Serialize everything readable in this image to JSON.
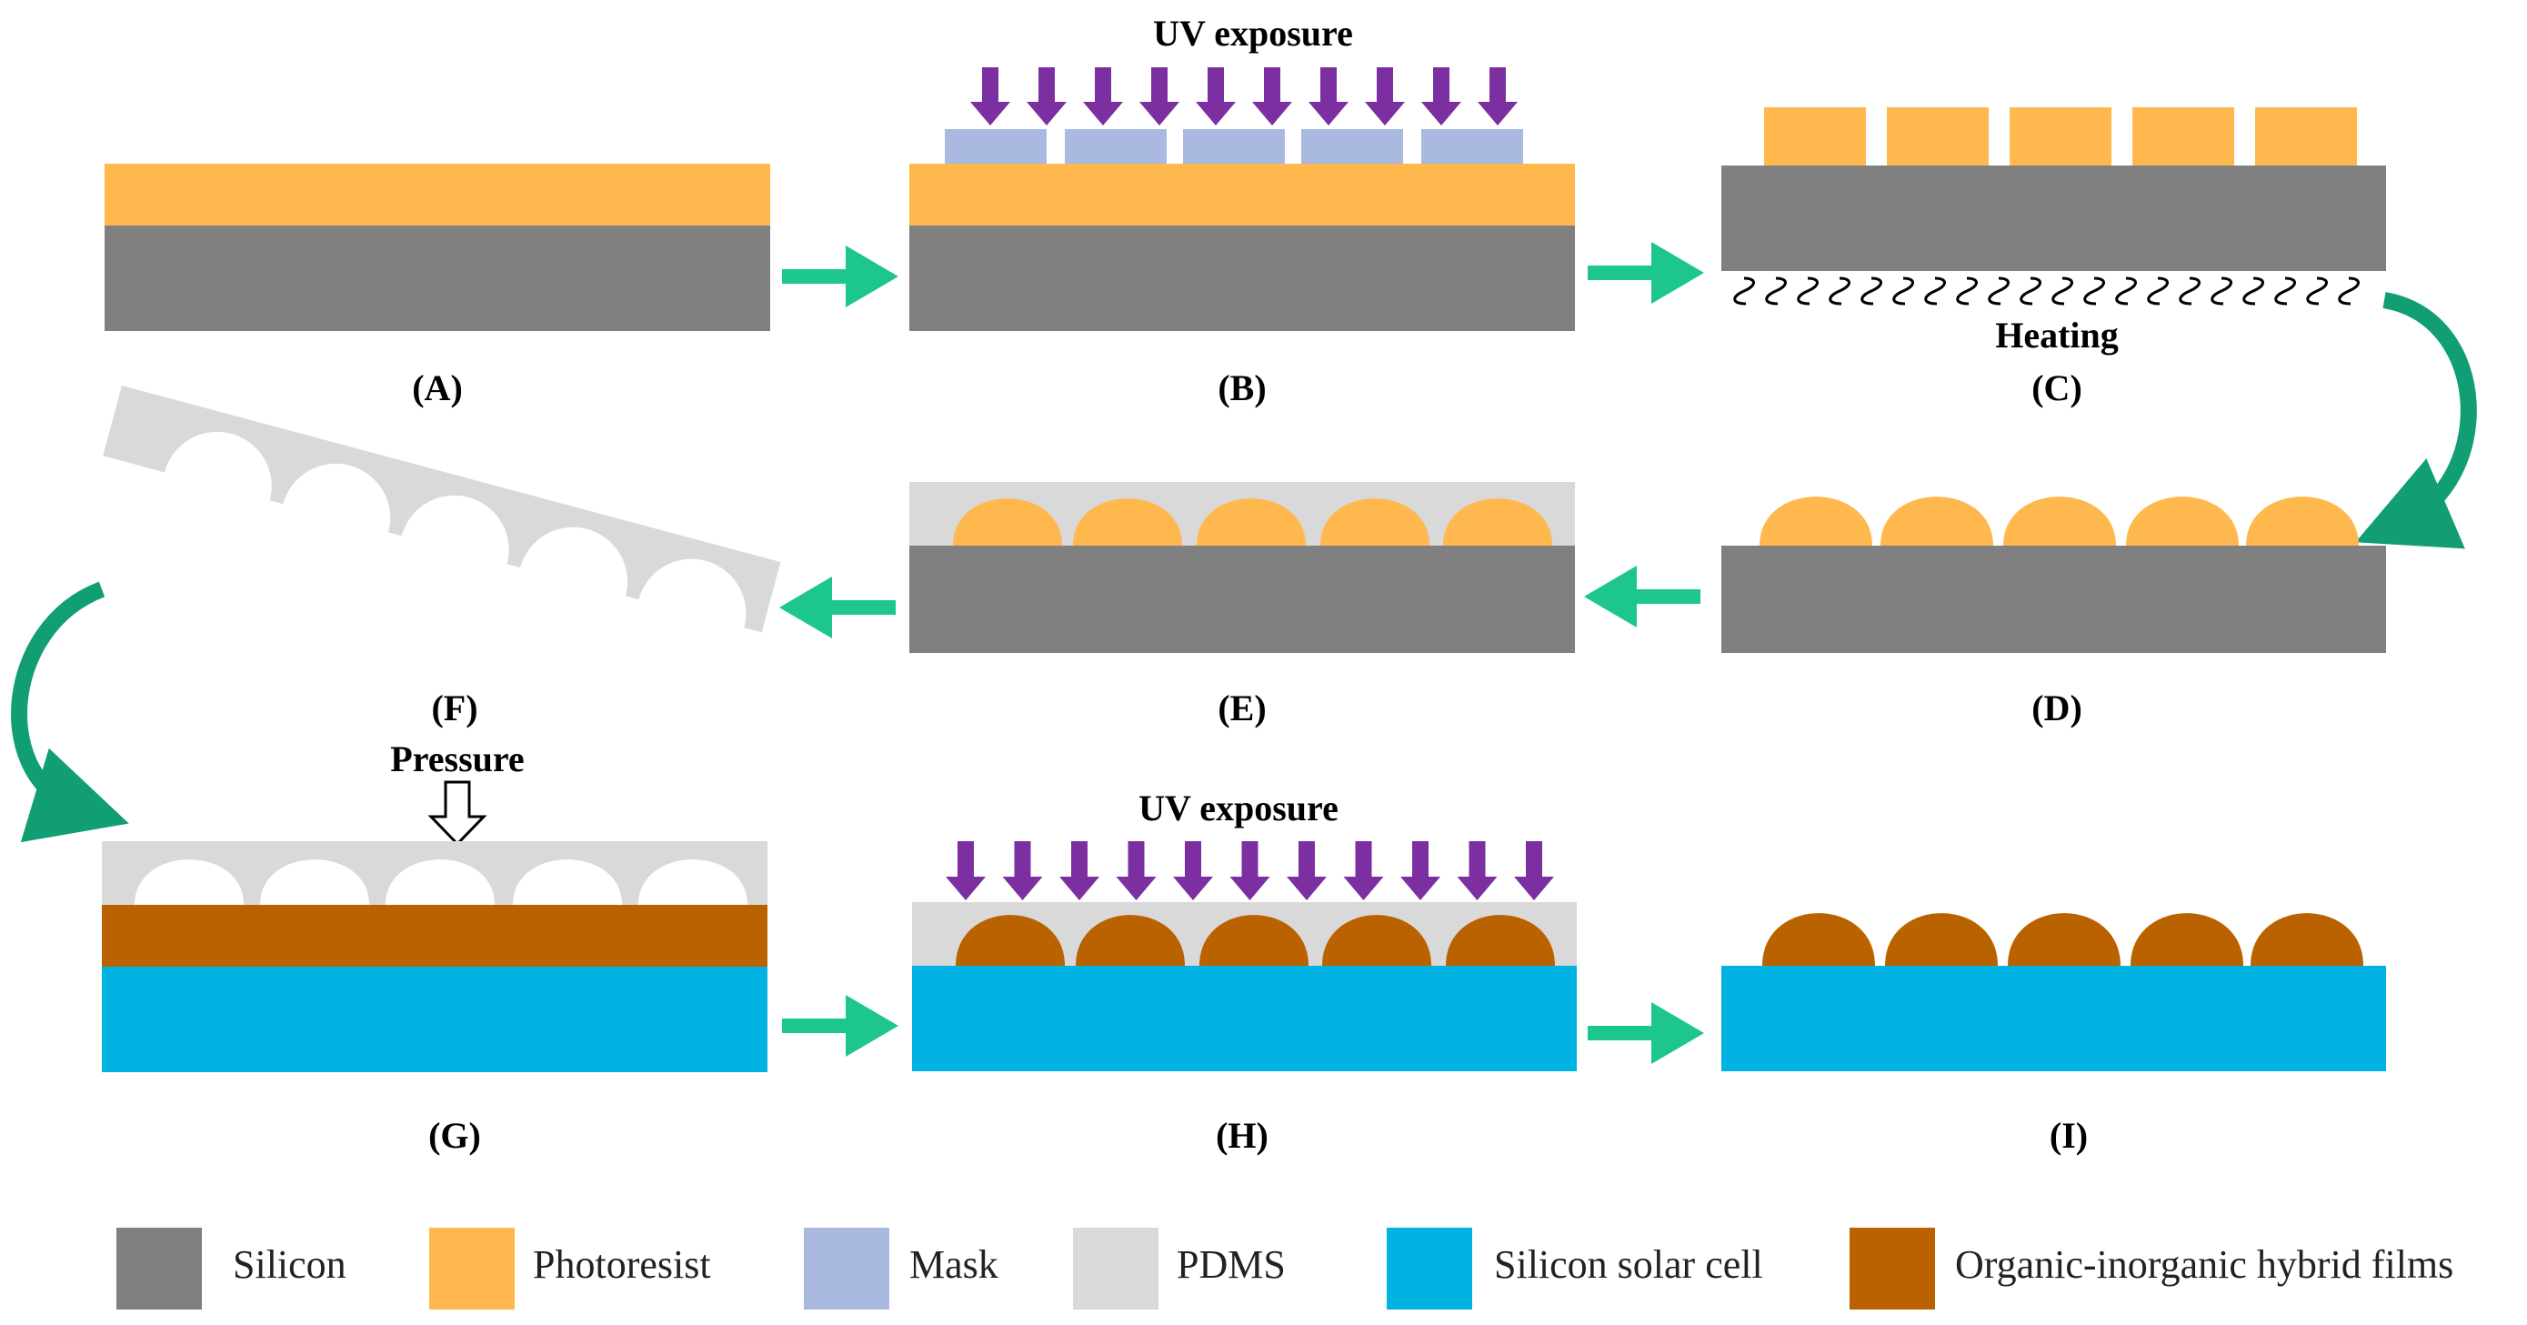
{
  "labels": {
    "A": "(A)",
    "B": "(B)",
    "C": "(C)",
    "D": "(D)",
    "E": "(E)",
    "F": "(F)",
    "G": "(G)",
    "H": "(H)",
    "I": "(I)"
  },
  "annotations": {
    "uv_b": "UV exposure",
    "heating": "Heating",
    "pressure": "Pressure",
    "uv_h": "UV exposure"
  },
  "legend": [
    {
      "label": "Silicon",
      "color": "#808080"
    },
    {
      "label": "Photoresist",
      "color": "#FFB84D"
    },
    {
      "label": "Mask",
      "color": "#A9B9E0"
    },
    {
      "label": "PDMS",
      "color": "#D9D9D9"
    },
    {
      "label": "Silicon solar cell",
      "color": "#00B3E3"
    },
    {
      "label": "Organic-inorganic hybrid films",
      "color": "#BA6200"
    }
  ],
  "colors": {
    "silicon": "#808080",
    "photoresist": "#FFB84D",
    "mask": "#A9B9E0",
    "pdms": "#D9D9D9",
    "solar_cell": "#00B3E3",
    "hybrid_film": "#BA6200",
    "uv_arrow": "#7B2FA0",
    "flow_arrow": "#1DC68F",
    "curve_arrow": "#129E74"
  }
}
